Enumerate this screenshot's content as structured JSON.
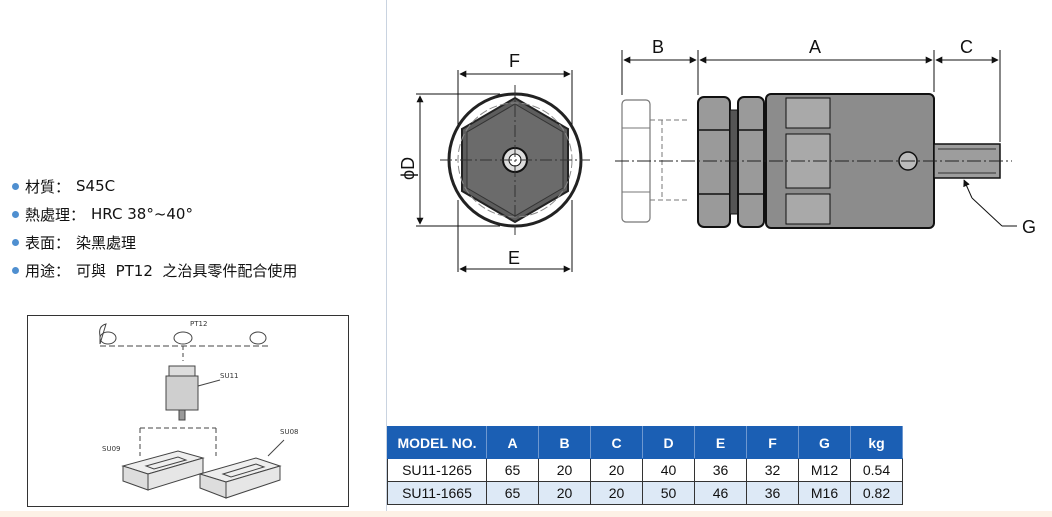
{
  "specs": [
    {
      "label": "材質",
      "value": "S45C"
    },
    {
      "label": "熱處理",
      "value": "HRC 38°~40°"
    },
    {
      "label": "表面",
      "value": "染黑處理"
    },
    {
      "label": "用途",
      "value": "可與  PT12  之治具零件配合使用"
    }
  ],
  "assembly": {
    "labels": {
      "pt12": "PT12",
      "su11": "SU11",
      "su09": "SU09",
      "su08": "SU08"
    }
  },
  "drawing": {
    "dims": {
      "F": "F",
      "E": "E",
      "D": "ϕD",
      "A": "A",
      "B": "B",
      "C": "C",
      "G": "G"
    }
  },
  "table": {
    "headers": [
      "MODEL NO.",
      "A",
      "B",
      "C",
      "D",
      "E",
      "F",
      "G",
      "kg"
    ],
    "rows": [
      [
        "SU11-1265",
        "65",
        "20",
        "20",
        "40",
        "36",
        "32",
        "M12",
        "0.54"
      ],
      [
        "SU11-1665",
        "65",
        "20",
        "20",
        "50",
        "46",
        "36",
        "M16",
        "0.82"
      ]
    ]
  },
  "colors": {
    "header_bg": "#1b5fb4",
    "alt_row": "#dde9f6",
    "bullet": "#4f8fd0"
  }
}
